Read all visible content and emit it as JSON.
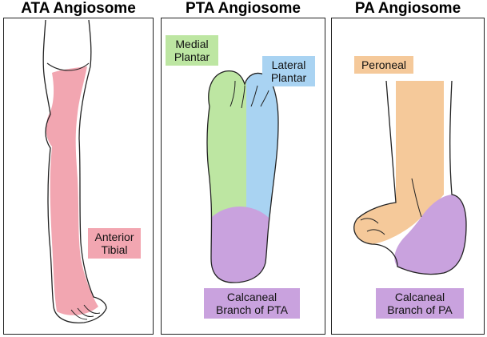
{
  "panels": [
    {
      "title": "ATA Angiosome",
      "regions": [
        {
          "lines": [
            "Anterior",
            "Tibial"
          ],
          "color": "#f2a6b1"
        }
      ]
    },
    {
      "title": "PTA Angiosome",
      "regions": [
        {
          "lines": [
            "Medial",
            "Plantar"
          ],
          "color": "#bde6a2"
        },
        {
          "lines": [
            "Lateral",
            "Plantar"
          ],
          "color": "#a9d3f2"
        },
        {
          "lines": [
            "Calcaneal",
            "Branch of PTA"
          ],
          "color": "#c9a2de"
        }
      ]
    },
    {
      "title": "PA Angiosome",
      "regions": [
        {
          "lines": [
            "Peroneal"
          ],
          "color": "#f5c99a"
        },
        {
          "lines": [
            "Calcaneal",
            "Branch of PA"
          ],
          "color": "#c9a2de"
        }
      ]
    }
  ]
}
